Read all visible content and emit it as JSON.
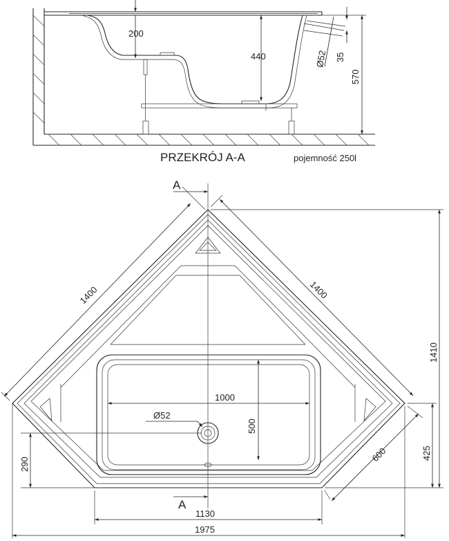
{
  "section": {
    "title": "PRZEKRÓJ A-A",
    "capacity": "pojemność 250l",
    "dims": {
      "d200": "200",
      "d440": "440",
      "d52": "Ø52",
      "d35": "35",
      "d570": "570"
    }
  },
  "plan": {
    "marker_top": "A",
    "marker_bottom": "A",
    "dims": {
      "side_left": "1400",
      "side_right": "1400",
      "height_total": "1410",
      "basin_width": "1000",
      "basin_depth": "500",
      "drain": "Ø52",
      "drain_offset": "290",
      "side_height": "425",
      "side_length": "600",
      "front_width": "1130",
      "total_width": "1975"
    }
  }
}
